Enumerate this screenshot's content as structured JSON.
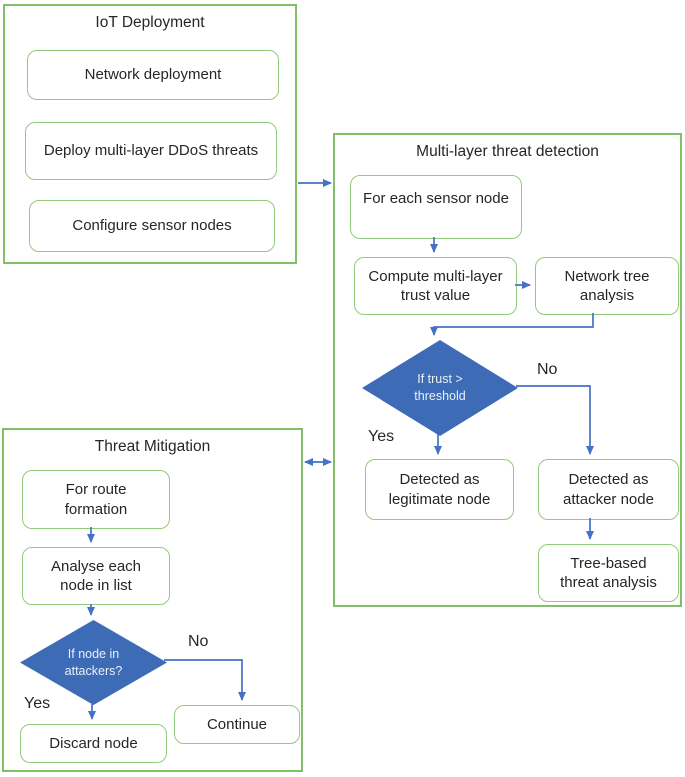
{
  "iot": {
    "title": "IoT Deployment",
    "box_network": "Network deployment",
    "box_ddos": "Deploy multi-layer DDoS threats",
    "box_configure": "Configure sensor nodes"
  },
  "detection": {
    "title": "Multi-layer threat detection",
    "box_foreach": "For each sensor node",
    "box_compute": "Compute multi-layer trust value",
    "box_tree": "Network tree analysis",
    "decision": "If trust > threshold",
    "label_yes": "Yes",
    "label_no": "No",
    "box_legitimate": "Detected as legitimate node",
    "box_attacker": "Detected as attacker node",
    "box_treethreat": "Tree-based threat analysis"
  },
  "mitigation": {
    "title": "Threat Mitigation",
    "box_route": "For route formation",
    "box_analyse": "Analyse each node in list",
    "decision": "If node in attackers?",
    "label_yes": "Yes",
    "label_no": "No",
    "box_discard": "Discard node",
    "box_continue": "Continue"
  },
  "colors": {
    "container_border": "#83bf68",
    "box_border": "#92cb7d",
    "arrow_blue": "#4472c4",
    "diamond_fill": "#3d6bb5",
    "diamond_text": "#e9f0fa",
    "text": "#262626"
  }
}
